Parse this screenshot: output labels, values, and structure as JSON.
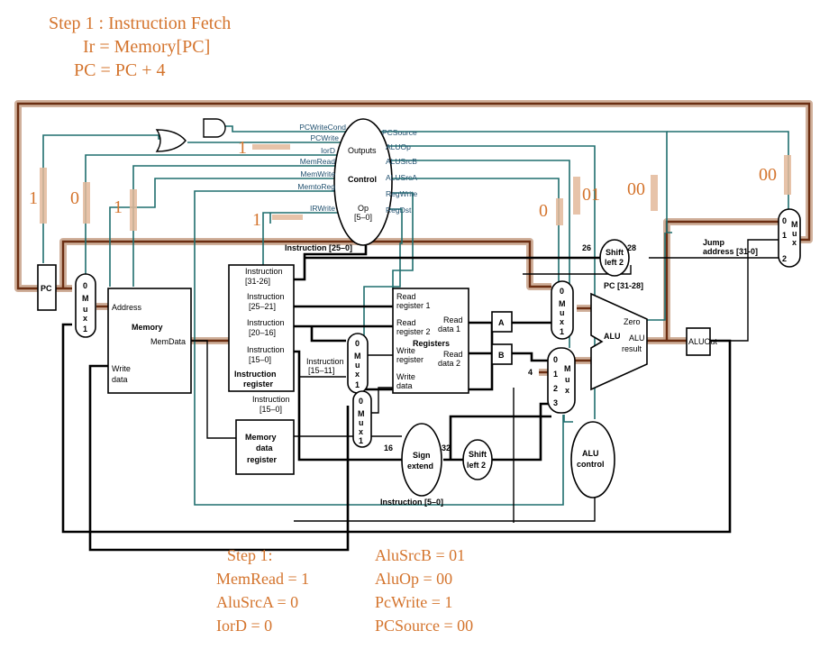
{
  "step_heading": {
    "title": "Step 1 : Instruction Fetch",
    "line1": "Ir = Memory[PC]",
    "line2": "PC = PC + 4"
  },
  "signal_values": {
    "top": "1",
    "irwrite": "1",
    "iord_side": "1",
    "left_a": "1",
    "left_b": "0",
    "alusrca": "0",
    "alusrcb": "01",
    "aluop": "00",
    "pcsource": "00"
  },
  "summary": {
    "title": "Step 1:",
    "left": [
      "MemRead = 1",
      "AluSrcA = 0",
      "IorD = 0"
    ],
    "right": [
      "AluSrcB = 01",
      "AluOp = 00",
      "PcWrite = 1",
      "PCSource = 00"
    ]
  },
  "control_unit": {
    "name": "Control",
    "outputs": "Outputs",
    "op": "Op",
    "op_range": "[5–0]",
    "left_signals": [
      "PCWriteCond",
      "PCWrite",
      "IorD",
      "MemRead",
      "MemWrite",
      "MemtoReg",
      "IRWrite"
    ],
    "right_signals": [
      "PCSource",
      "ALUOp",
      "ALUSrcB",
      "ALUSrcA",
      "RegWrite",
      "RegDst"
    ]
  },
  "blocks": {
    "pc": "PC",
    "memory": {
      "title": "Memory",
      "address": "Address",
      "memdata": "MemData",
      "write": "Write",
      "data": "data"
    },
    "ir": {
      "f1": "Instruction",
      "r1": "[31-26]",
      "f2": "Instruction",
      "r2": "[25–21]",
      "f3": "Instruction",
      "r3": "[20–16]",
      "f4": "Instruction",
      "r4": "[15–0]",
      "t1": "Instruction",
      "t2": "register"
    },
    "mdr": {
      "l1": "Memory",
      "l2": "data",
      "l3": "register"
    },
    "regs": {
      "rr1a": "Read",
      "rr1b": "register 1",
      "rr2a": "Read",
      "rr2b": "register 2",
      "title": "Registers",
      "wra": "Write",
      "wrb": "register",
      "wda": "Write",
      "wdb": "data",
      "rd1a": "Read",
      "rd1b": "data 1",
      "rd2a": "Read",
      "rd2b": "data 2"
    },
    "a": "A",
    "b": "B",
    "alu": {
      "name": "ALU",
      "zero": "Zero",
      "res1": "ALU",
      "res2": "result"
    },
    "aluout": "ALUOut",
    "alucontrol": {
      "l1": "ALU",
      "l2": "control"
    },
    "signext": {
      "l1": "Sign",
      "l2": "extend"
    },
    "shift1": {
      "l1": "Shift",
      "l2": "left 2"
    },
    "shift2": {
      "l1": "Shift",
      "l2": "left 2"
    }
  },
  "mux": {
    "m": "M",
    "u": "u",
    "x": "x",
    "zero": "0",
    "one": "1",
    "two": "2",
    "three": "3"
  },
  "wire_labels": {
    "instr_25_0": "Instruction [25–0]",
    "n26": "26",
    "n28": "28",
    "jump1": "Jump",
    "jump2": "address [31-0]",
    "pc31_28": "PC [31-28]",
    "instr_15_11a": "Instruction",
    "instr_15_11b": "[15–11]",
    "instr_15_0a": "Instruction",
    "instr_15_0b": "[15–0]",
    "n16": "16",
    "n32": "32",
    "four": "4",
    "instr_5_0": "Instruction [5–0]"
  }
}
